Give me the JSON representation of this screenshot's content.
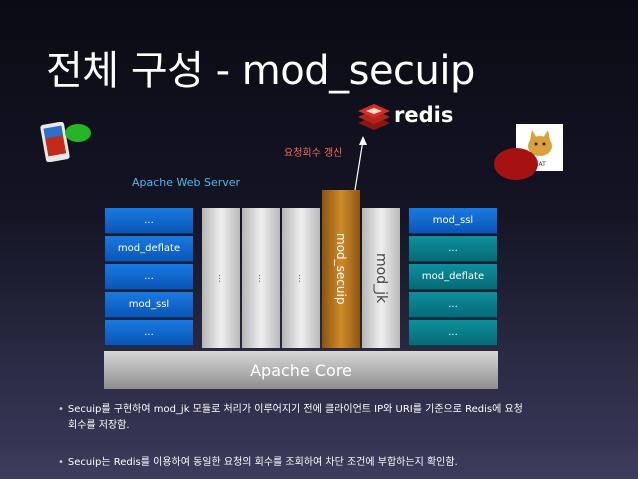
{
  "title": "전체 구성 - mod_secuip",
  "redis": {
    "label": "redis"
  },
  "update_label": "요청회수 갱신",
  "server_label": "Apache Web Server",
  "left_stack": [
    "...",
    "mod_deflate",
    "...",
    "mod_ssl",
    "..."
  ],
  "middle_cols": [
    "...",
    "...",
    "..."
  ],
  "mod_secuip": "mod_secuip",
  "mod_jk": "mod_jk",
  "right_stack": [
    "mod_ssl",
    "...",
    "mod_deflate",
    "...",
    "..."
  ],
  "core": "Apache Core",
  "bullets": [
    {
      "line1": "Secuip를 구현하여 mod_jk 모듈로 처리가 이루어지기 전에 클라이언트 IP와 URI를 기준으로 Redis에 요청",
      "line2": "회수를 저장함."
    },
    {
      "line1": "Secuip는 Redis를 이용하여 동일한 요청의 회수를 조회하여 차단 조건에 부합하는지 확인함.",
      "line2": ""
    }
  ],
  "colors": {
    "blue": "#1a7ae0",
    "teal": "#0e8f9c",
    "secuip": "#b5741a",
    "arrow_label": "#ff6a60",
    "server_label": "#4fb8ee"
  },
  "icons": [
    "phone-icon",
    "green-bubble-icon",
    "redis-logo-icon",
    "tomcat-icon",
    "red-bubble-icon"
  ]
}
